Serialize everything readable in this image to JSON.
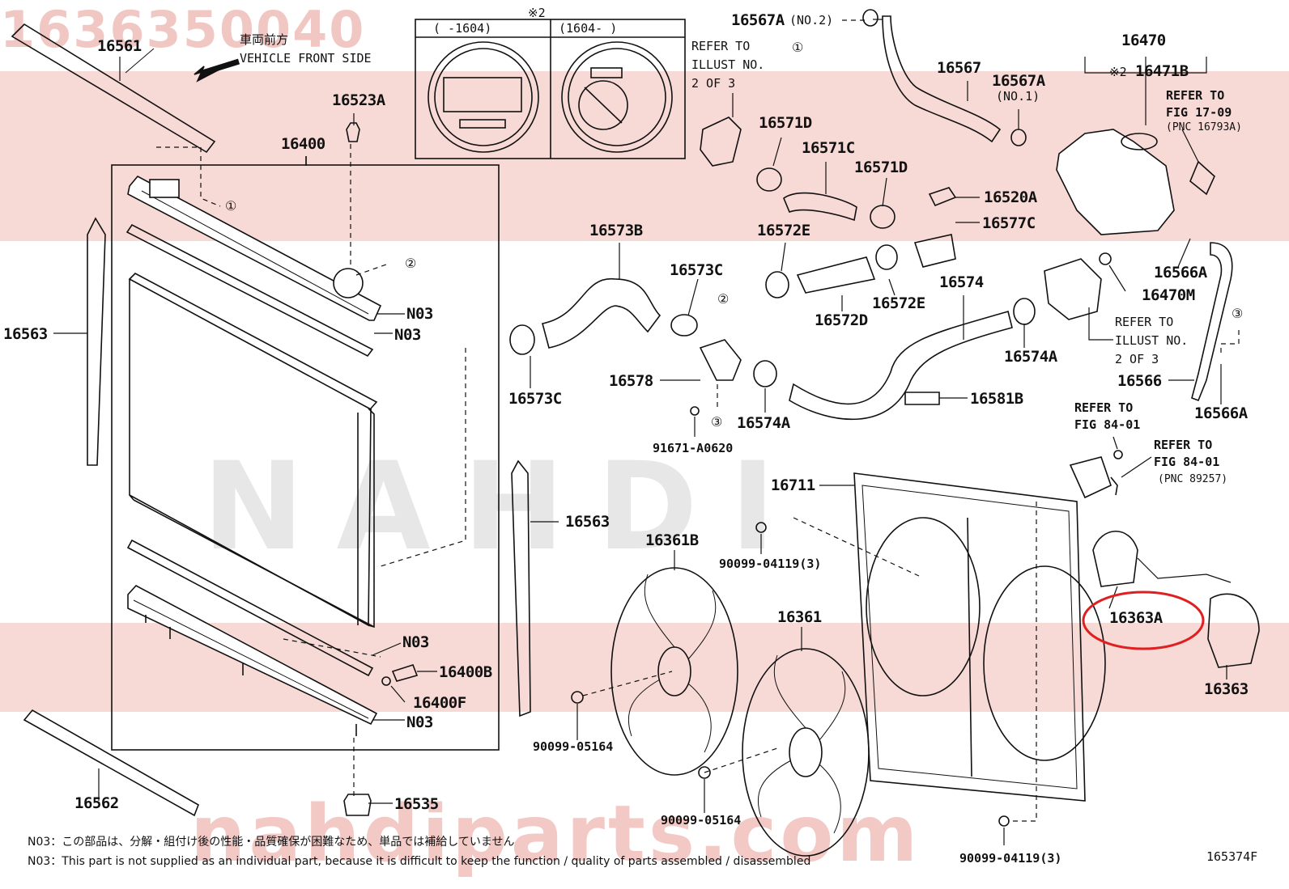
{
  "watermark_top": "1636350040",
  "watermark_mid": "NAHDI",
  "watermark_bottom": "nahdiparts.com",
  "colors": {
    "watermark_band": "#f7d9d6",
    "highlight_circle": "#e02020",
    "line": "#111111"
  },
  "front_label": {
    "jp": "車両前方",
    "en": "VEHICLE FRONT SIDE",
    "arrow_icon": "arrow-left-down"
  },
  "inset": {
    "mark": "※2",
    "left_header": "(   -1604)",
    "right_header": "(1604-   )"
  },
  "refer_notes": {
    "illust_top": [
      "REFER TO",
      "ILLUST NO.",
      "2 OF 3"
    ],
    "illust_right": [
      "REFER TO",
      "ILLUST NO.",
      "2 OF 3"
    ],
    "fig_17": [
      "REFER TO",
      "FIG 17-09",
      "(PNC 16793A)"
    ],
    "fig_84_a": [
      "REFER TO",
      "FIG 84-01"
    ],
    "fig_84_b": [
      "REFER TO",
      "FIG 84-01",
      "(PNC 89257)"
    ]
  },
  "circled_refs": [
    "①",
    "②",
    "③"
  ],
  "labels": {
    "p16561": "16561",
    "p16523A": "16523A",
    "p16400": "16400",
    "p16563_left": "16563",
    "p16563_right": "16563",
    "p16562": "16562",
    "p16535": "16535",
    "p16400B": "16400B",
    "p16400F": "16400F",
    "n03_1": "N03",
    "n03_2": "N03",
    "n03_3": "N03",
    "n03_4": "N03",
    "p16567A_no2": "16567A",
    "no2": "(NO.2)",
    "p16567": "16567",
    "p16567A_no1": "16567A",
    "no1": "(NO.1)",
    "p16470": "16470",
    "p16471B": "16471B",
    "mark2": "※2",
    "p16571D_a": "16571D",
    "p16571C": "16571C",
    "p16571D_b": "16571D",
    "p16520A": "16520A",
    "p16577C": "16577C",
    "p16573B": "16573B",
    "p16572E_a": "16572E",
    "p16573C_a": "16573C",
    "p16572E_b": "16572E",
    "p16572D": "16572D",
    "p16574": "16574",
    "p16566A_a": "16566A",
    "p16470M": "16470M",
    "p16574A_a": "16574A",
    "p16566": "16566",
    "p16566A_b": "16566A",
    "p16573C_b": "16573C",
    "p16578": "16578",
    "p16574A_b": "16574A",
    "p16581B": "16581B",
    "p91671": "91671-A0620",
    "p16711": "16711",
    "p16361B": "16361B",
    "p90099_04119_a": "90099-04119(3)",
    "p16361": "16361",
    "p16363A": "16363A",
    "p16363": "16363",
    "p90099_05164_a": "90099-05164",
    "p90099_05164_b": "90099-05164",
    "p90099_04119_b": "90099-04119(3)",
    "fig_id": "165374F"
  },
  "footnotes": {
    "jp": "N03：この部品は、分解・組付け後の性能・品質確保が困難なため、単品では補給していません",
    "en": "N03：This part is not supplied as an individual part, because it is difficult to keep the function / quality of parts assembled / disassembled"
  }
}
